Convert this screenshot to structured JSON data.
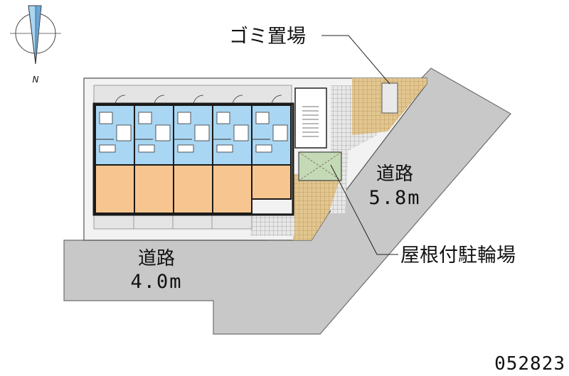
{
  "labels": {
    "garbage": "ゴミ置場",
    "road_right": "道路",
    "road_right_width": "5.8m",
    "road_bottom": "道路",
    "road_bottom_width": "4.0m",
    "bike_parking": "屋根付駐輪場",
    "property_code": "052823"
  },
  "compass": {
    "north": "N"
  },
  "unit_count": 5,
  "colors": {
    "road": "#c8c8c8",
    "wall": "#1a1a1a",
    "room": "#f7c58f",
    "bath": "#a9d6f2",
    "corridor": "#e4e4e4",
    "paving": "#d9b878",
    "tile": "#cfcfcf",
    "bike_roof": "#c4d9b6"
  }
}
